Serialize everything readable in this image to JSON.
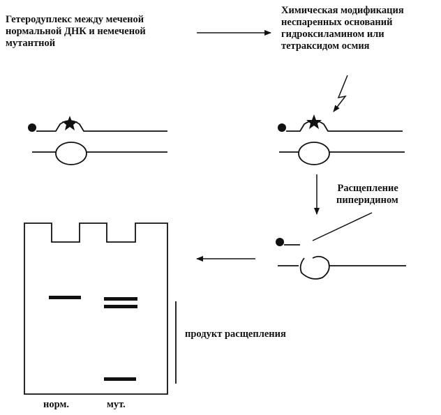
{
  "labels": {
    "heteroduplex": [
      "Гетеродуплекс между меченой",
      "нормальной ДНК и немеченой",
      "мутантной"
    ],
    "chemical_modification": [
      "Химическая модификация",
      "неспаренных оснований",
      "гидроксиламином или",
      "тетраксидом осмия"
    ],
    "piperidine_cleavage": [
      "Расщепление",
      "пиперидином"
    ],
    "cleavage_product": "продукт расщепления",
    "lane_normal": "норм.",
    "lane_mutant": "мут."
  },
  "colors": {
    "ink": "#111111",
    "background": "#ffffff"
  }
}
